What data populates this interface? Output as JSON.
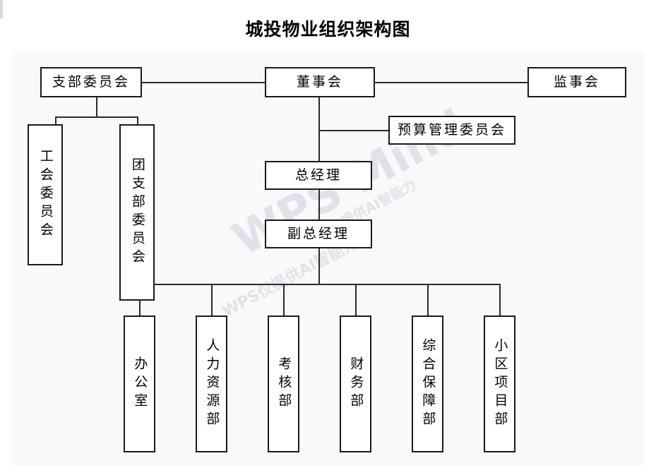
{
  "title": "城投物业组织架构图",
  "watermark": {
    "main": "WPS Mind",
    "sub": "WPS仅提供AI智能力",
    "sub2": "WPS仅提供AI智能力"
  },
  "chart_data": {
    "type": "org-chart",
    "title": "城投物业组织架构图",
    "nodes": [
      {
        "id": "party-branch",
        "label": "支部委员会",
        "orientation": "horizontal",
        "level": 0
      },
      {
        "id": "board",
        "label": "董事会",
        "orientation": "horizontal",
        "level": 0
      },
      {
        "id": "supervisors",
        "label": "监事会",
        "orientation": "horizontal",
        "level": 0
      },
      {
        "id": "union",
        "label": "工会委员会",
        "orientation": "vertical",
        "level": 1
      },
      {
        "id": "youth-league",
        "label": "团支部委员会",
        "orientation": "vertical",
        "level": 1
      },
      {
        "id": "budget-committee",
        "label": "预算管理委员会",
        "orientation": "horizontal",
        "level": 1
      },
      {
        "id": "general-manager",
        "label": "总经理",
        "orientation": "horizontal",
        "level": 2
      },
      {
        "id": "deputy-manager",
        "label": "副总经理",
        "orientation": "horizontal",
        "level": 3
      },
      {
        "id": "office",
        "label": "办公室",
        "orientation": "vertical",
        "level": 4
      },
      {
        "id": "hr",
        "label": "人力资源部",
        "orientation": "vertical",
        "level": 4
      },
      {
        "id": "assessment",
        "label": "考核部",
        "orientation": "vertical",
        "level": 4
      },
      {
        "id": "finance",
        "label": "财务部",
        "orientation": "vertical",
        "level": 4
      },
      {
        "id": "support",
        "label": "综合保障部",
        "orientation": "vertical",
        "level": 4
      },
      {
        "id": "community-project",
        "label": "小区项目部",
        "orientation": "vertical",
        "level": 4
      }
    ],
    "edges": [
      {
        "from": "party-branch",
        "to": "board"
      },
      {
        "from": "board",
        "to": "supervisors"
      },
      {
        "from": "party-branch",
        "to": "union"
      },
      {
        "from": "party-branch",
        "to": "youth-league"
      },
      {
        "from": "board",
        "to": "budget-committee"
      },
      {
        "from": "board",
        "to": "general-manager"
      },
      {
        "from": "general-manager",
        "to": "deputy-manager"
      },
      {
        "from": "deputy-manager",
        "to": "office"
      },
      {
        "from": "deputy-manager",
        "to": "hr"
      },
      {
        "from": "deputy-manager",
        "to": "assessment"
      },
      {
        "from": "deputy-manager",
        "to": "finance"
      },
      {
        "from": "deputy-manager",
        "to": "support"
      },
      {
        "from": "deputy-manager",
        "to": "community-project"
      }
    ],
    "colors": {
      "canvas": "#f9f9f9",
      "node_fill": "#ffffff",
      "node_border": "#1a1a1a",
      "line": "#2b2b2b",
      "text": "#000000",
      "watermark": "#dfe2ea"
    }
  }
}
